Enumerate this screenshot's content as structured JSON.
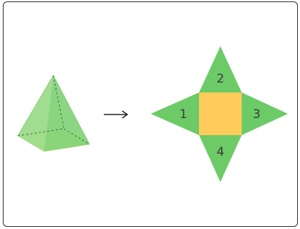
{
  "diagram": {
    "net_labels": {
      "left": "1",
      "top": "2",
      "right": "3",
      "bottom": "4"
    },
    "arrow_symbol": "⟶",
    "colors": {
      "pyramid_face_light": "#9fdc8f",
      "pyramid_face_dark": "#7ccf72",
      "pyramid_base": "#d6dd5a",
      "net_triangle": "#6ccb66",
      "net_square": "#ffcc5c",
      "edge_dashed": "#3f6b3f",
      "frame_border": "#2b2b2b"
    }
  }
}
